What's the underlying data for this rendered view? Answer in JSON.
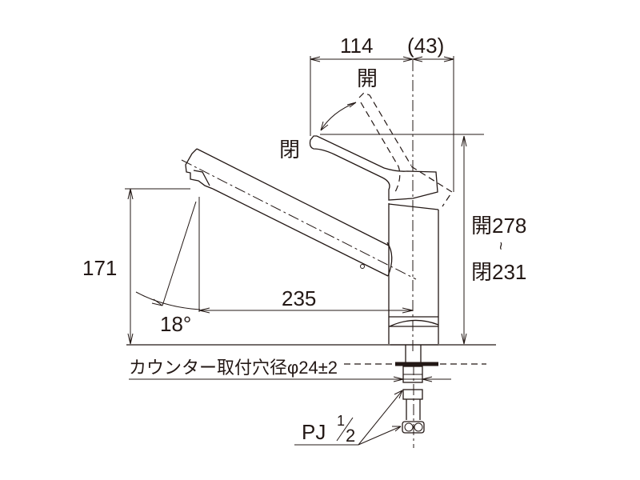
{
  "drawing": {
    "subject": "Single-lever kitchen faucet dimension drawing",
    "colors": {
      "line": "#231815",
      "background": "#ffffff"
    }
  },
  "dimensions": {
    "lever_width": "114",
    "lever_offset": "(43)",
    "spout_reach": "235",
    "spout_height": "171",
    "spout_angle": "18°",
    "height_open": "開278",
    "height_range_symbol": "~",
    "height_closed": "閉231"
  },
  "labels": {
    "lever_open": "開",
    "lever_closed": "閉",
    "counter_hole": "カウンター取付穴径φ24±2",
    "connection_thread_prefix": "PJ",
    "connection_thread_num": "1",
    "connection_thread_den": "2"
  }
}
